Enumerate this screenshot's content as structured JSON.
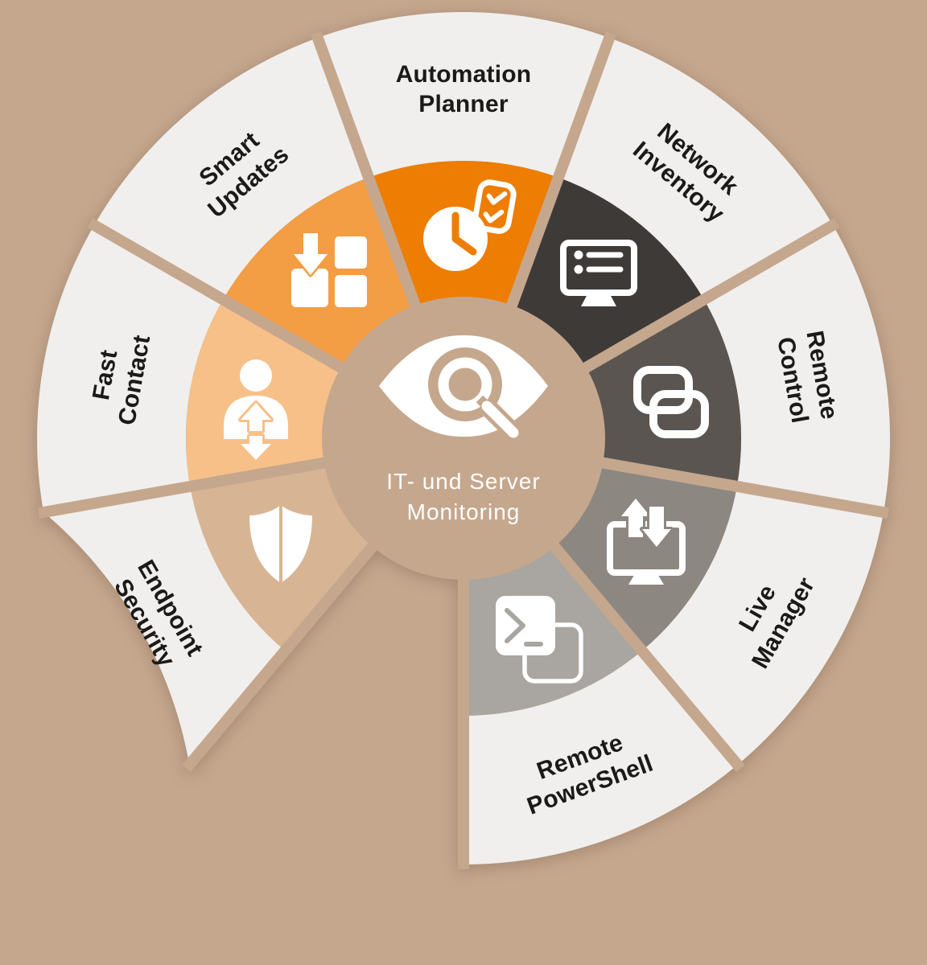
{
  "diagram_type": "radial-feature-wheel",
  "colors": {
    "background": "#c5a78e",
    "outer_segment": "#f0efed",
    "label_text": "#1c1a18",
    "center_text": "#ffffff",
    "icon": "#ffffff"
  },
  "center": {
    "logo_icon": "server-eye-logo",
    "line1": "IT- und Server",
    "line2": "Monitoring"
  },
  "segments": [
    {
      "id": "automation-planner",
      "line1": "Automation",
      "line2": "Planner",
      "icon": "clock-checklist-icon",
      "inner_color": "#ee7d04",
      "angle_deg": 0
    },
    {
      "id": "network-inventory",
      "line1": "Network",
      "line2": "Inventory",
      "icon": "monitor-inventory-list-icon",
      "inner_color": "#3e3a38",
      "angle_deg": 40
    },
    {
      "id": "remote-control",
      "line1": "Remote",
      "line2": "Control",
      "icon": "overlapping-screens-icon",
      "inner_color": "#5a5550",
      "angle_deg": 80
    },
    {
      "id": "live-manager",
      "line1": "Live",
      "line2": "Manager",
      "icon": "monitor-updown-arrows-icon",
      "inner_color": "#8c8781",
      "angle_deg": 120
    },
    {
      "id": "remote-powershell",
      "line1": "Remote",
      "line2": "PowerShell",
      "icon": "powershell-terminal-icon",
      "inner_color": "#a9a5a0",
      "angle_deg": 160
    },
    {
      "id": "endpoint-security",
      "line1": "Endpoint",
      "line2": "Security",
      "icon": "security-shield-icon",
      "inner_color": "#d7b494",
      "angle_deg": 240
    },
    {
      "id": "fast-contact",
      "line1": "Fast",
      "line2": "Contact",
      "icon": "person-updown-arrows-icon",
      "inner_color": "#f7c088",
      "angle_deg": 280
    },
    {
      "id": "smart-updates",
      "line1": "Smart",
      "line2": "Updates",
      "icon": "package-download-icon",
      "inner_color": "#f39d44",
      "angle_deg": 320
    }
  ]
}
